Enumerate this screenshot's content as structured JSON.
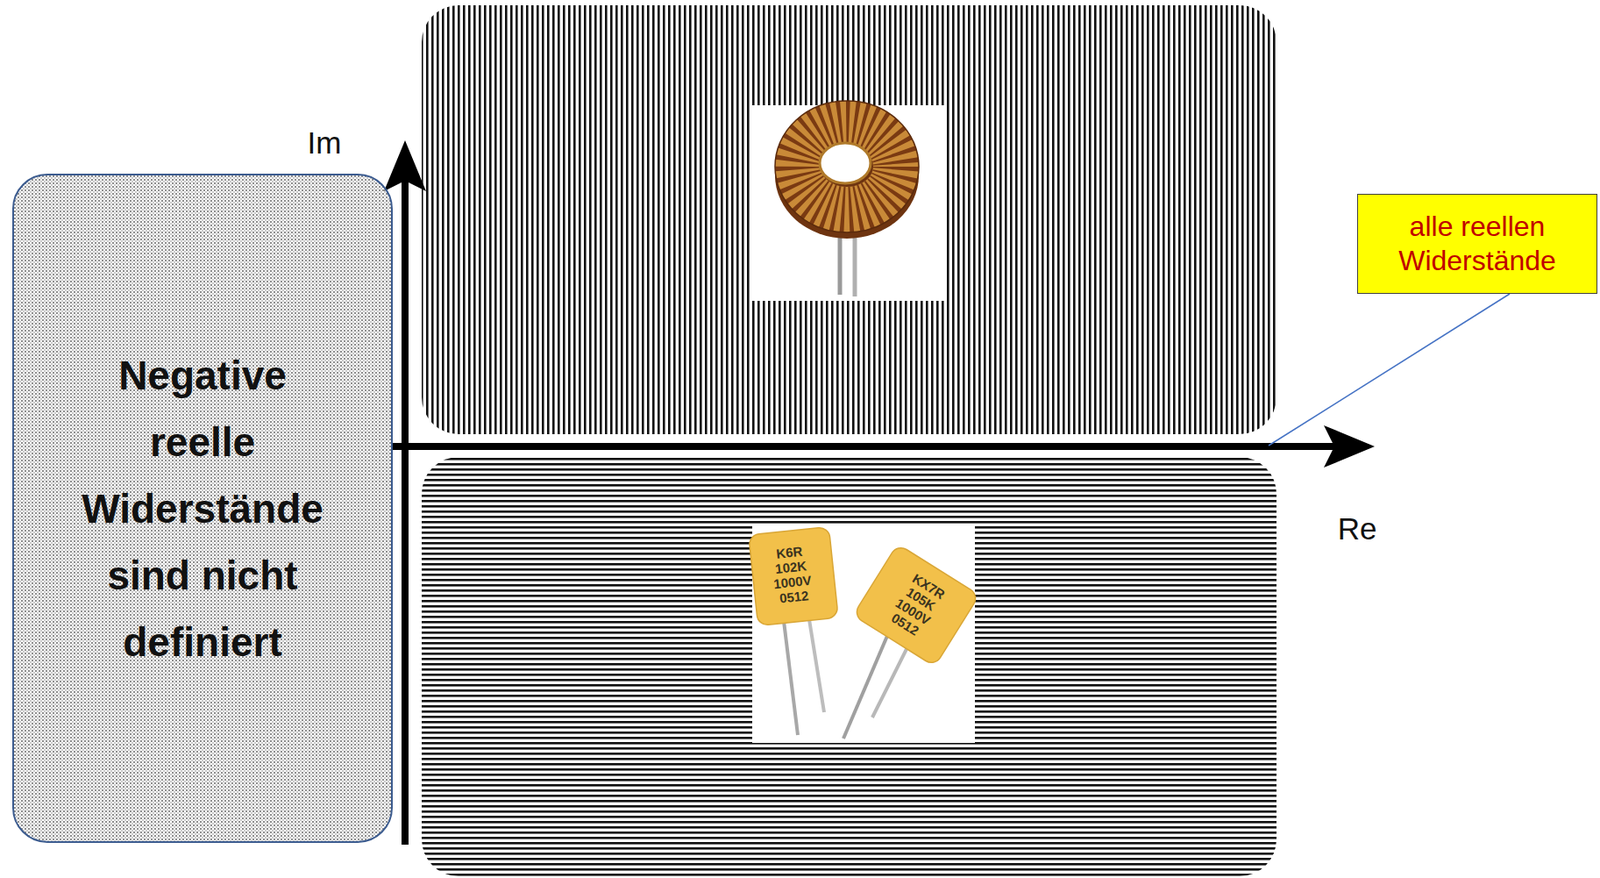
{
  "diagram": {
    "nodes": [
      {
        "text": [
          "Negative reelle Widerstände sind nicht definiert"
        ]
      },
      {
        "text": [
          "alle reellen Widerstände"
        ]
      }
    ],
    "labels": [
      "Im",
      "Re",
      "K6R 102K 1000V 0512",
      "KX7R 105K 1000V 0512"
    ]
  }
}
